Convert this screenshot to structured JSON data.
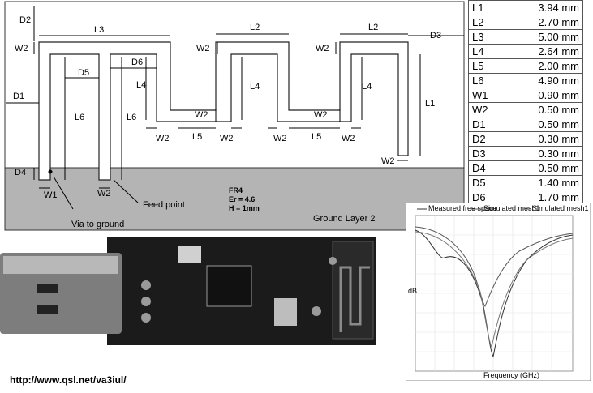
{
  "labels": {
    "D1": "D1",
    "D2": "D2",
    "D3": "D3",
    "D4": "D4",
    "D5": "D5",
    "D6": "D6",
    "L1": "L1",
    "L2": "L2",
    "L3": "L3",
    "L4": "L4",
    "L5": "L5",
    "L6": "L6",
    "W1": "W1",
    "W2": "W2"
  },
  "annotations": {
    "feed_point": "Feed point",
    "via_to_ground": "Via to ground",
    "material": "FR4",
    "permittivity": "Er = 4.6",
    "thickness": "H = 1mm",
    "ground_layer": "Ground Layer 2"
  },
  "dimensions_table": [
    {
      "name": "L1",
      "value": "3.94 mm"
    },
    {
      "name": "L2",
      "value": "2.70 mm"
    },
    {
      "name": "L3",
      "value": "5.00 mm"
    },
    {
      "name": "L4",
      "value": "2.64 mm"
    },
    {
      "name": "L5",
      "value": "2.00 mm"
    },
    {
      "name": "L6",
      "value": "4.90 mm"
    },
    {
      "name": "W1",
      "value": "0.90 mm"
    },
    {
      "name": "W2",
      "value": "0.50 mm"
    },
    {
      "name": "D1",
      "value": "0.50 mm"
    },
    {
      "name": "D2",
      "value": "0.30 mm"
    },
    {
      "name": "D3",
      "value": "0.30 mm"
    },
    {
      "name": "D4",
      "value": "0.50 mm"
    },
    {
      "name": "D5",
      "value": "1.40 mm"
    },
    {
      "name": "D6",
      "value": "1.70 mm"
    }
  ],
  "plot": {
    "legend": [
      "Measured free space",
      "Simulated mesh1",
      "Simulated mesh1"
    ],
    "xlabel": "Frequency (GHz)",
    "ylabel": "dB"
  },
  "footer": {
    "url": "http://www.qsl.net/va3iul/"
  },
  "colors": {
    "ground_plane": "#b4b4b4",
    "pcb_dark": "#1a1a1a",
    "usb_metal": "#7d7d7d"
  }
}
